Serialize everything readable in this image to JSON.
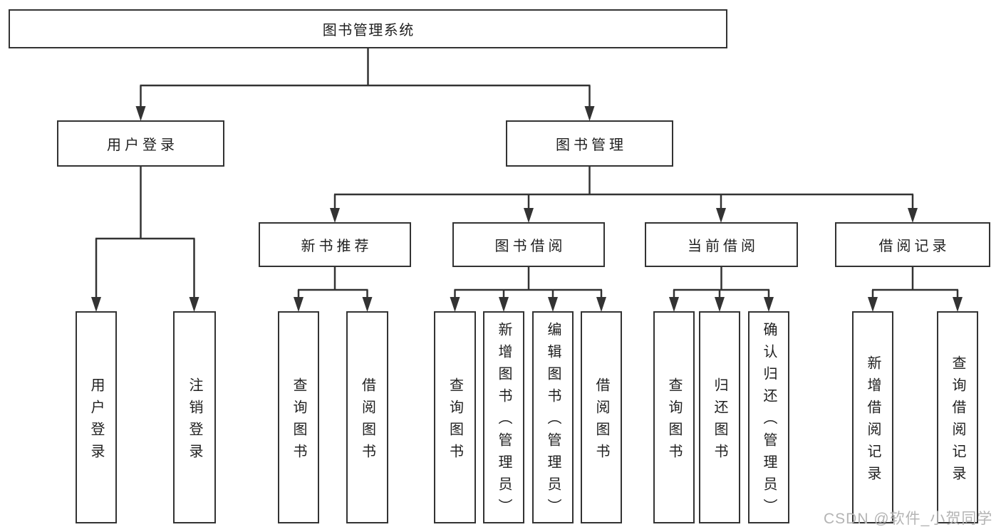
{
  "diagram": {
    "title": "图书管理系统",
    "root": "图书管理系统",
    "level2": [
      "用户登录",
      "图书管理"
    ],
    "level3": [
      "新书推荐",
      "图书借阅",
      "当前借阅",
      "借阅记录"
    ],
    "leaves_user_login": [
      "用户登录",
      "注销登录"
    ],
    "leaves_new_books": [
      "查询图书",
      "借阅图书"
    ],
    "leaves_book_borrow": [
      "查询图书",
      "新增图书（管理员）",
      "编辑图书（管理员）",
      "借阅图书"
    ],
    "leaves_current_borrow": [
      "查询图书",
      "归还图书",
      "确认归还（管理员）"
    ],
    "leaves_borrow_records": [
      "新增借阅记录",
      "查询借阅记录"
    ]
  },
  "watermark": {
    "text": "CSDN @软件_小贺同学"
  },
  "colors": {
    "line": "#333333",
    "text": "#1f1f1f",
    "box_background": "#ffffff",
    "watermark": "#b4b4b4",
    "background": "#ffffff"
  }
}
